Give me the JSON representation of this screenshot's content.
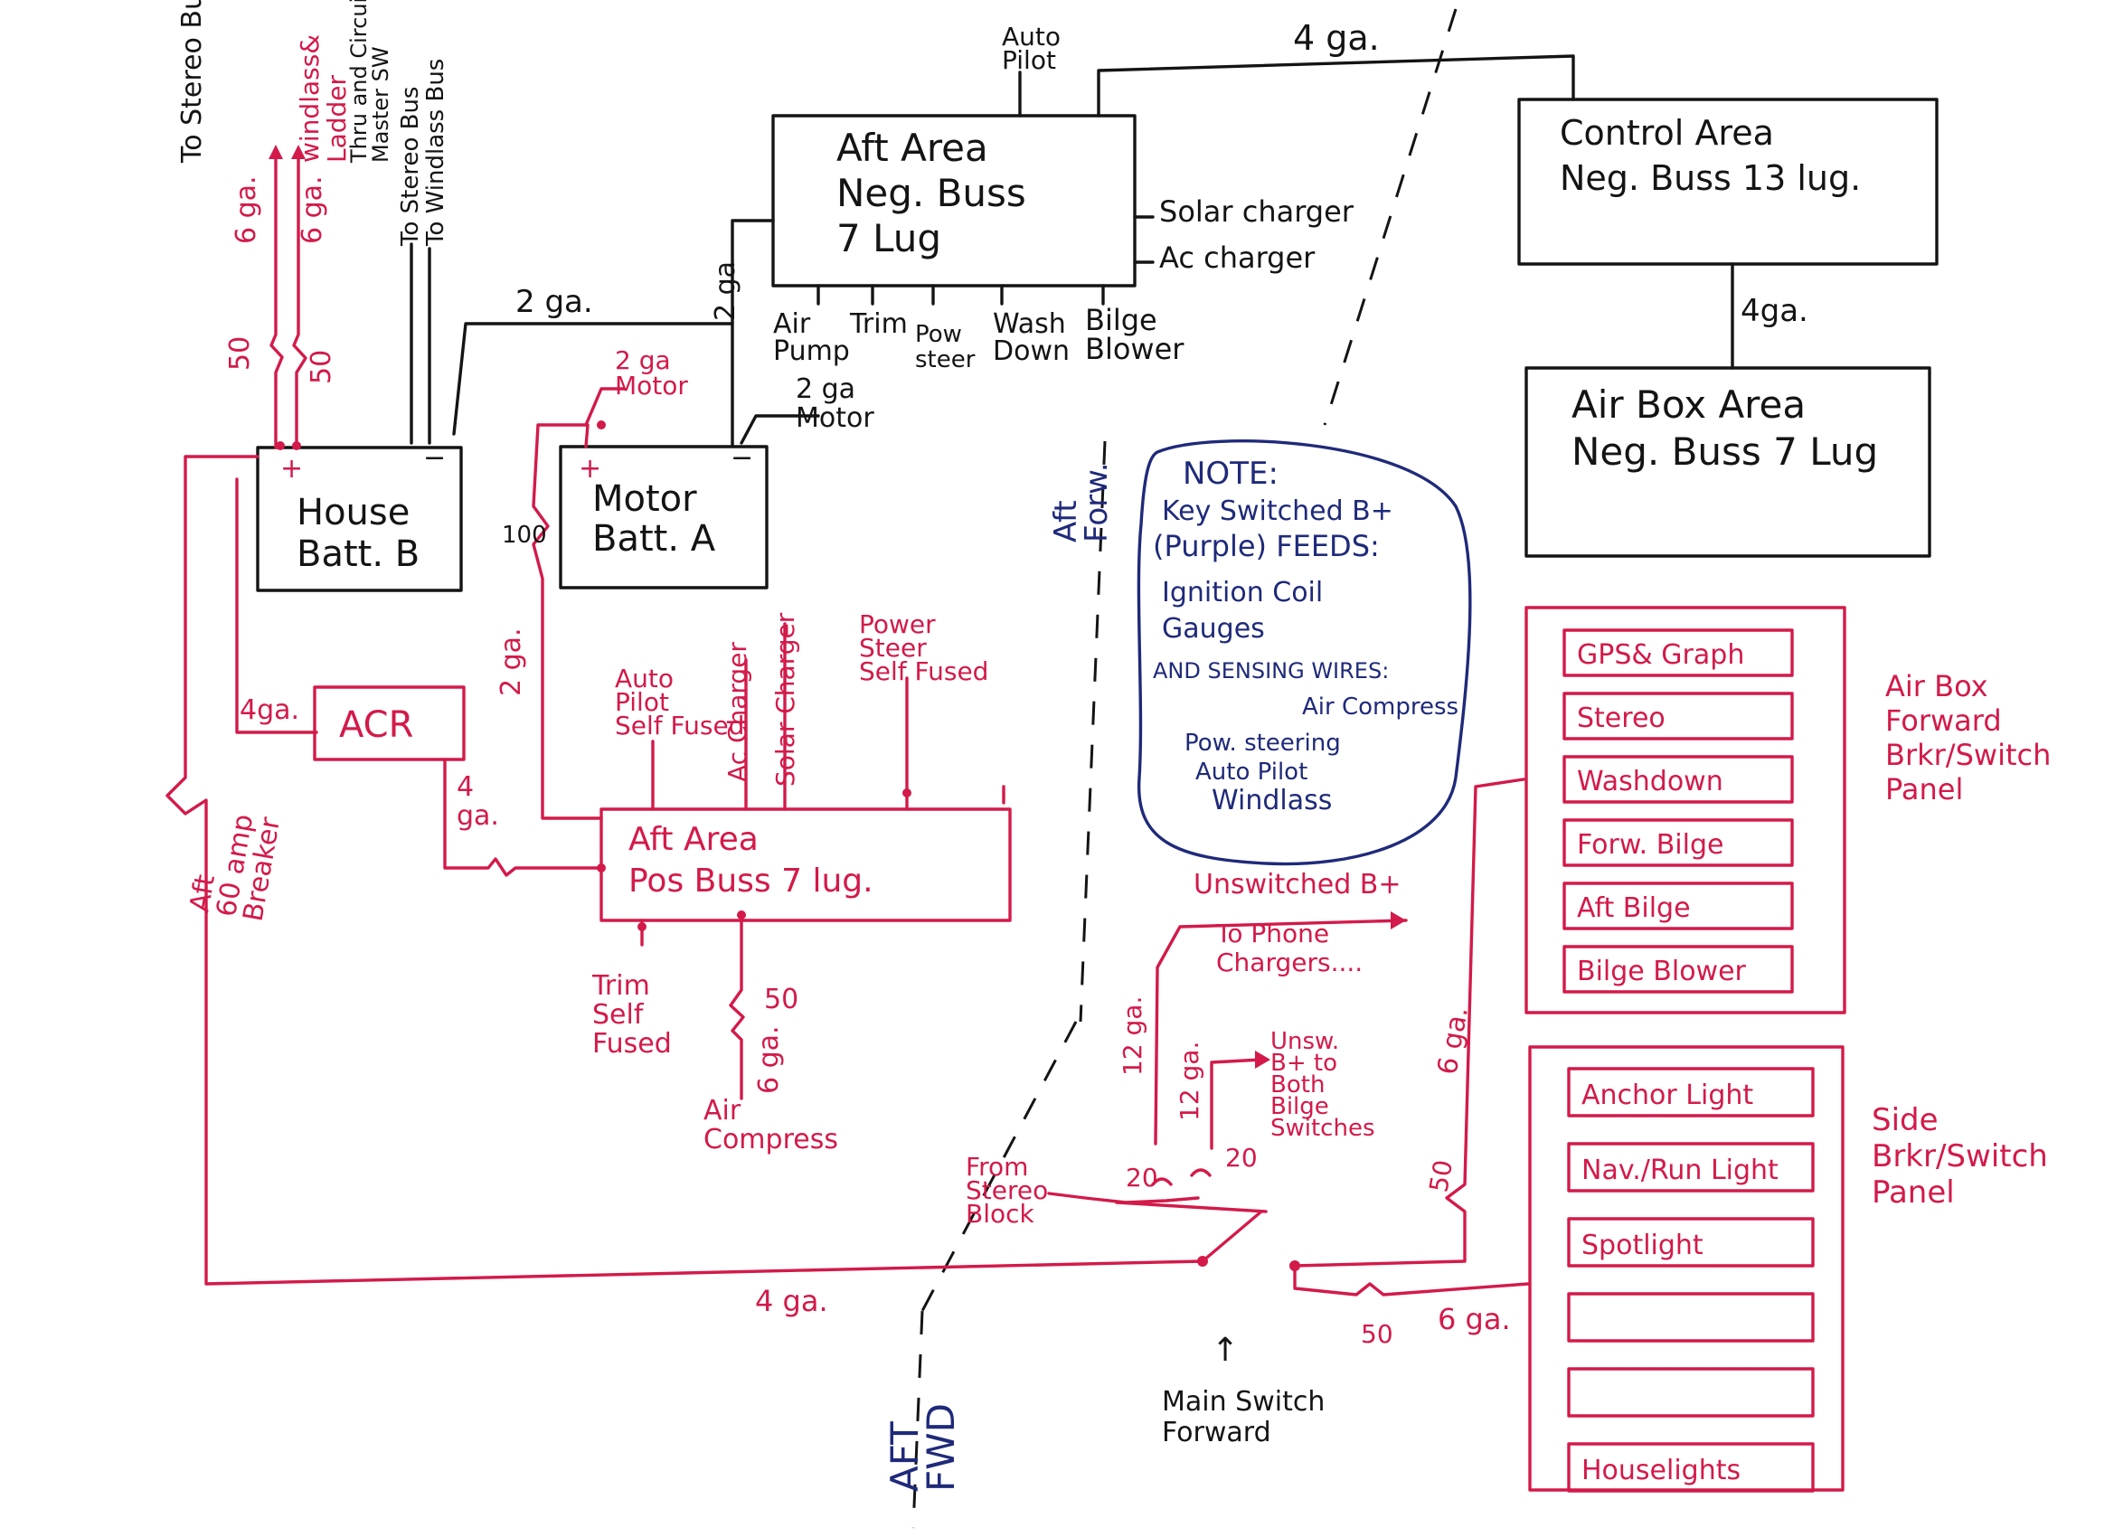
{
  "colors": {
    "ink": "#141414",
    "positive": "#d31a4a",
    "note": "#1f2a7a",
    "paper": "#ffffff"
  },
  "top_wires": {
    "to_stereo_bus": "To  Stereo Bus",
    "windlass_ladder": "windlass&\nLadder",
    "thru_circuit_master": "Thru and Circuit\nMaster SW",
    "to_stereo_bus_windlass": "To Stereo Bus\nTo Windlass Bus",
    "gauge_6ga_a": "6 ga.",
    "gauge_6ga_b": "6 ga.",
    "fuse_50_a": "50",
    "fuse_50_b": "50",
    "auto_pilot": "Auto\nPilot",
    "gauge_4ga_top": "4 ga."
  },
  "aft_neg_buss": {
    "label": "Aft Area\nNeg. Buss\n7 Lug",
    "solar_charger": "Solar charger",
    "ac_charger": "Ac charger",
    "air_pump": "Air\nPump",
    "trim": "Trim",
    "pow_steer": "Pow\nsteer",
    "wash_down": "Wash\nDown",
    "bilge_blower": "Bilge\nBlower",
    "gauge_2ga_vert": "2 ga",
    "gauge_2ga_top": "2 ga."
  },
  "control_area": {
    "label": "Control Area\nNeg. Buss 13 lug.",
    "gauge_4ga": "4ga."
  },
  "air_box_area": {
    "label": "Air Box Area\nNeg. Buss 7 Lug"
  },
  "house_batt": {
    "label": "House\nBatt. B",
    "plus": "+",
    "minus": "−"
  },
  "motor_batt": {
    "label": "Motor\nBatt. A",
    "plus": "+",
    "minus": "−"
  },
  "motor_wires": {
    "red_2ga_motor": "2 ga\nMotor",
    "black_2ga_motor": "2 ga\nMotor",
    "fuse_100": "100"
  },
  "acr": {
    "label": "ACR",
    "gauge_4ga_left": "4ga.",
    "gauge_4ga_down": "4\nga."
  },
  "breaker": {
    "label": "Aft\n60 amp\nBreaker"
  },
  "aft_pos_buss": {
    "label": "Aft Area\nPos Buss 7 lug.",
    "gauge_2ga_left": "2 ga.",
    "auto_pilot_fused": "Auto\nPilot\nSelf Fused",
    "ac_charger": "Ac Charger",
    "solar_charger": "Solar Charger",
    "power_steer_fused": "Power\nSteer\nSelf Fused",
    "trim_self_fused": "Trim\nSelf\nFused",
    "fuse_50": "50",
    "gauge_6ga": "6 ga.",
    "air_compress": "Air\nCompress"
  },
  "divider": {
    "aft_forw": "Aft\nForw.",
    "aft_fwd": "AFT\nFWD"
  },
  "note": {
    "title": "NOTE:",
    "line1": "Key Switched B+",
    "line2": "(Purple) FEEDS:",
    "line3": "Ignition Coil",
    "line4": "Gauges",
    "line5": "AND SENSING WIRES:",
    "line6": "Air Compress",
    "line7": "Pow. steering",
    "line8": "Auto Pilot",
    "line9": "Windlass"
  },
  "forward_wiring": {
    "unswitched": "Unswitched B+",
    "phone": "To Phone\nChargers....",
    "gauge_12ga_a": "12 ga.",
    "gauge_12ga_b": "12 ga.",
    "unsw_bilge": "Unsw.\nB+ to\nBoth\nBilge\nSwitches",
    "fuse_20_a": "20",
    "fuse_20_b": "20",
    "from_stereo": "From\nStereo\nBlock",
    "gauge_6ga_vert": "6 ga.",
    "fuse_50_right": "50",
    "gauge_4ga_bottom": "4 ga.",
    "fuse_50_bottom": "50",
    "gauge_6ga_bottom": "6 ga.",
    "arrow_up": "↑",
    "main_switch": "Main Switch\nForward"
  },
  "air_box_panel": {
    "title": "Air Box\nForward\nBrkr/Switch\nPanel",
    "items": [
      "GPS& Graph",
      "Stereo",
      "Washdown",
      "Forw. Bilge",
      "Aft Bilge",
      "Bilge Blower"
    ]
  },
  "side_panel": {
    "title": "Side\nBrkr/Switch\nPanel",
    "items": [
      "Anchor Light",
      "Nav./Run Light",
      "Spotlight",
      "",
      "",
      "Houselights"
    ]
  }
}
